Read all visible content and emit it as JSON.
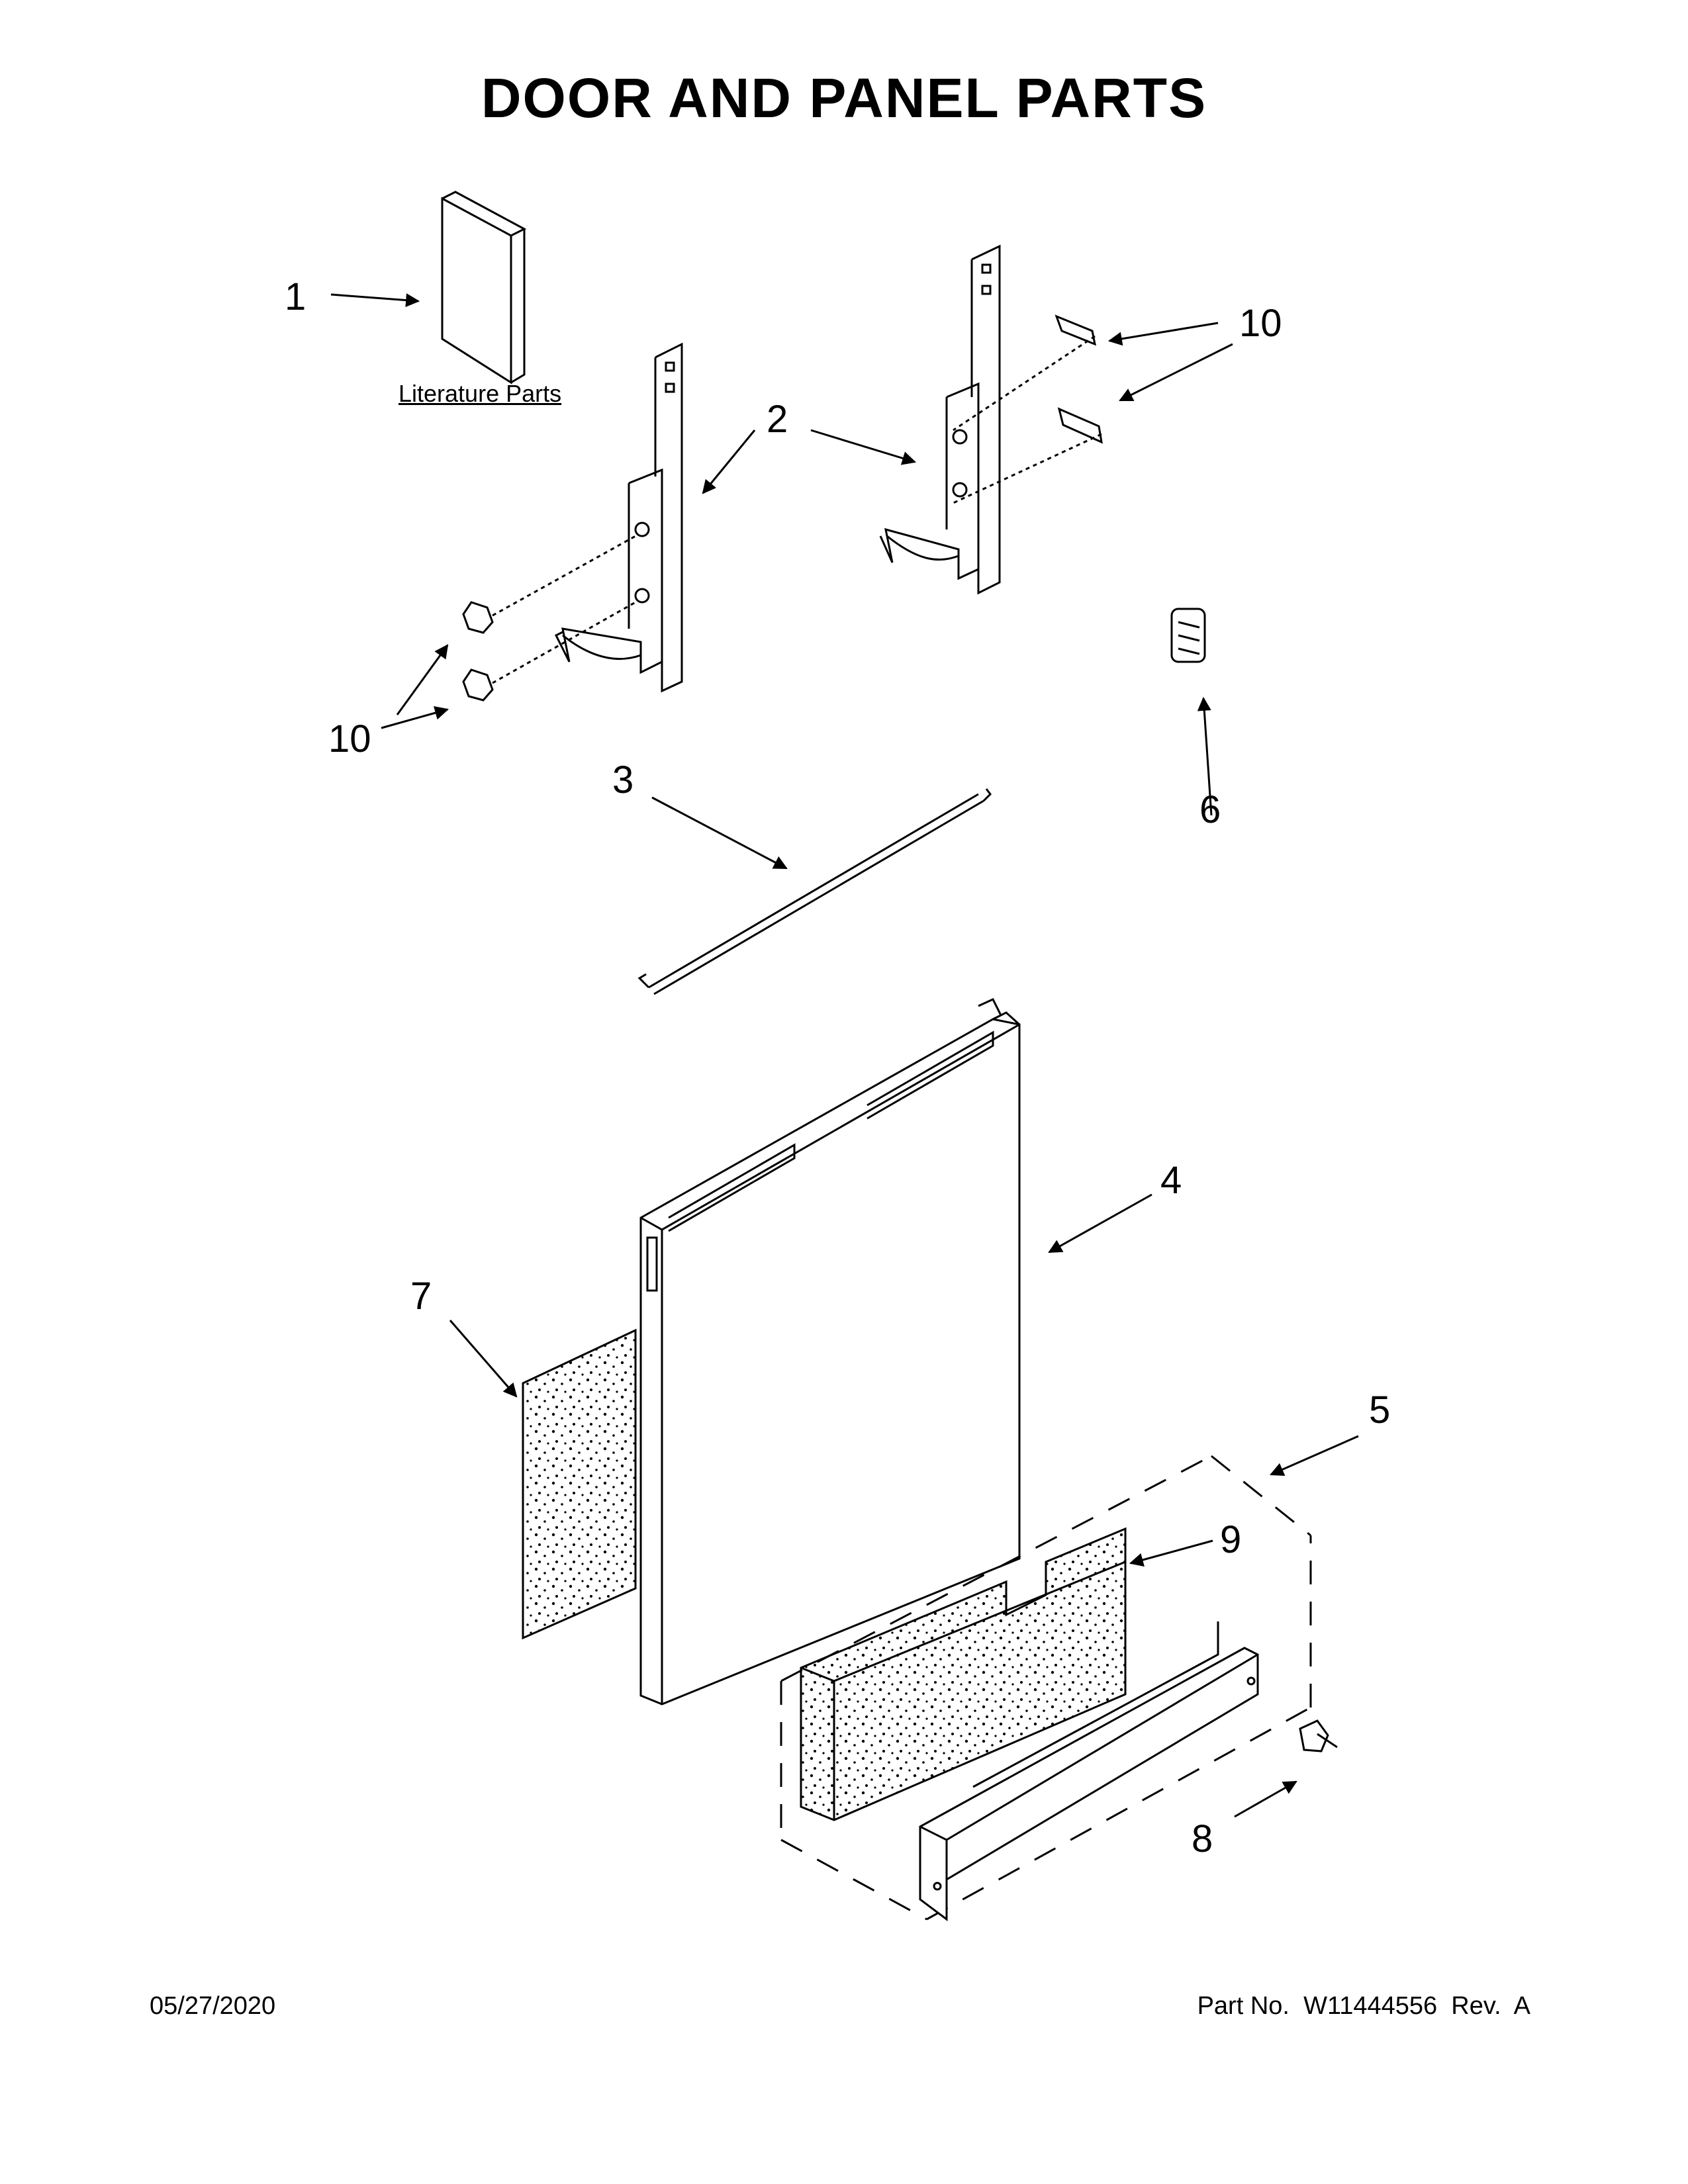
{
  "title": "DOOR AND PANEL PARTS",
  "literature_label": "Literature Parts",
  "callouts": [
    "1",
    "2",
    "3",
    "4",
    "5",
    "6",
    "7",
    "8",
    "9",
    "10",
    "10"
  ],
  "footer": {
    "date": "05/27/2020",
    "part_number": "Part No.  W11444556  Rev.  A"
  }
}
